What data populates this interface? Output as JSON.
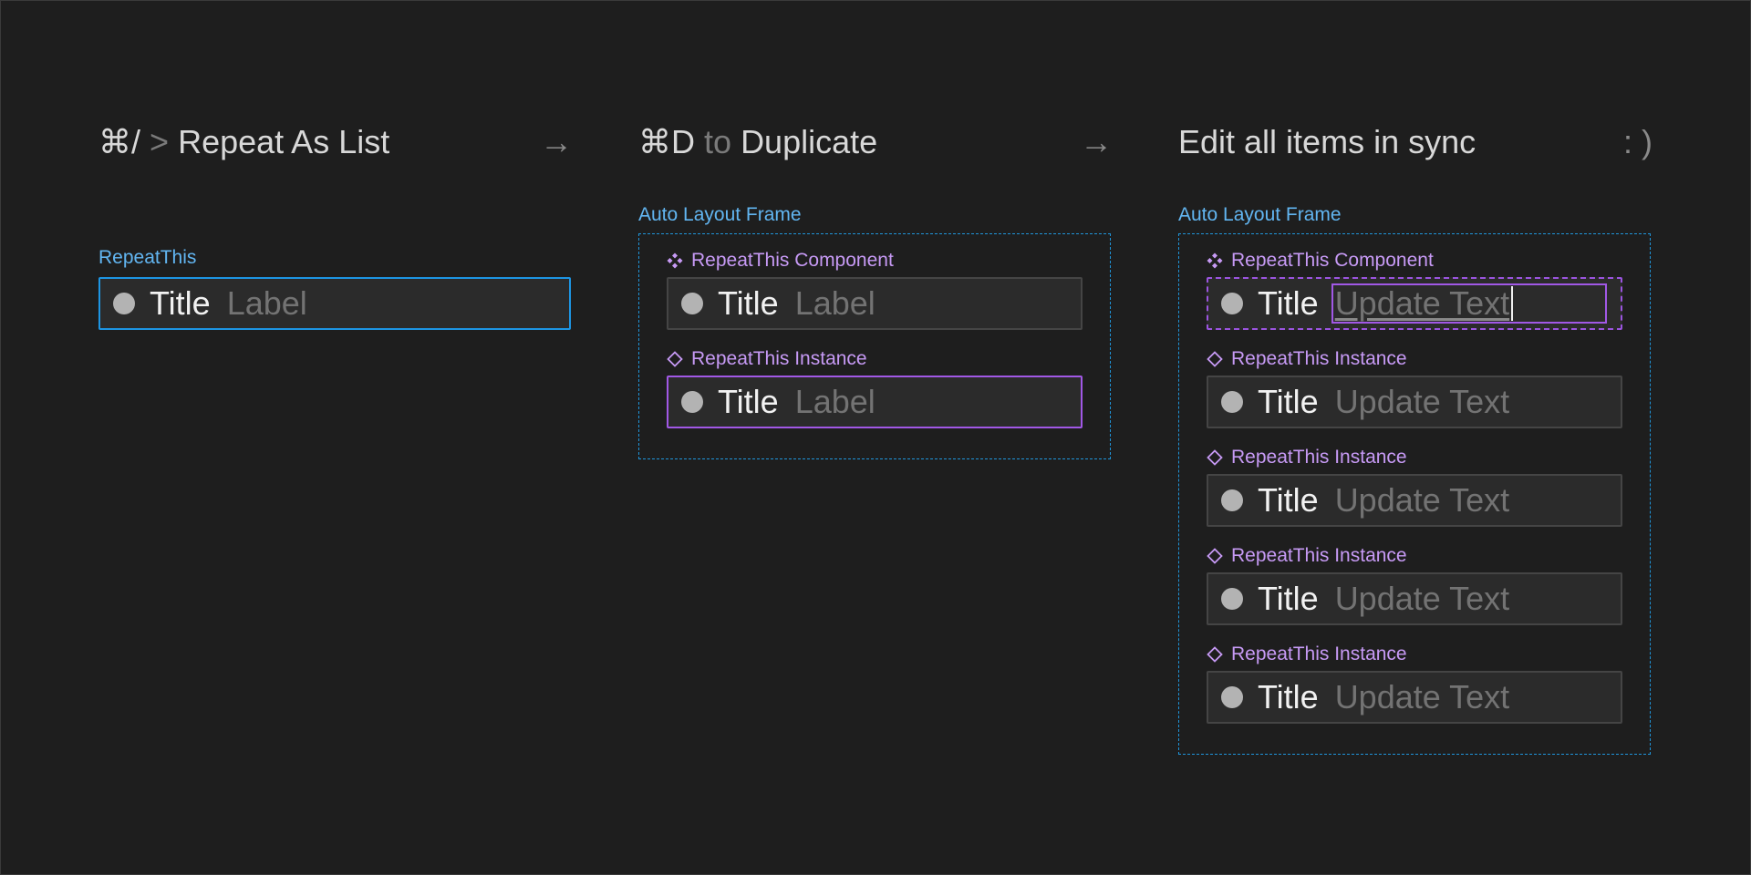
{
  "steps": [
    {
      "prefix": "⌘/",
      "sep": ">",
      "text": "Repeat As List",
      "end": "→"
    },
    {
      "prefix": "⌘D",
      "sep": "to",
      "text": "Duplicate",
      "end": "→"
    },
    {
      "prefix": "",
      "sep": "",
      "text": "Edit all items in sync",
      "end": ": )"
    }
  ],
  "col1": {
    "component_name": "RepeatThis",
    "row": {
      "title": "Title",
      "label": "Label"
    }
  },
  "col2": {
    "frame_label": "Auto Layout Frame",
    "items": [
      {
        "tag": "RepeatThis Component",
        "icon": "component-icon",
        "title": "Title",
        "label": "Label"
      },
      {
        "tag": "RepeatThis Instance",
        "icon": "instance-icon",
        "title": "Title",
        "label": "Label"
      }
    ]
  },
  "col3": {
    "frame_label": "Auto Layout Frame",
    "items": [
      {
        "tag": "RepeatThis Component",
        "icon": "component-icon",
        "title": "Title",
        "label": "Update Text"
      },
      {
        "tag": "RepeatThis Instance",
        "icon": "instance-icon",
        "title": "Title",
        "label": "Update Text"
      },
      {
        "tag": "RepeatThis Instance",
        "icon": "instance-icon",
        "title": "Title",
        "label": "Update Text"
      },
      {
        "tag": "RepeatThis Instance",
        "icon": "instance-icon",
        "title": "Title",
        "label": "Update Text"
      },
      {
        "tag": "RepeatThis Instance",
        "icon": "instance-icon",
        "title": "Title",
        "label": "Update Text"
      }
    ]
  },
  "colors": {
    "background": "#1e1e1e",
    "frame_blue": "#1f94d9",
    "label_blue": "#62b6f2",
    "component_purple": "#c79af5",
    "selection_purple": "#a158e6"
  }
}
